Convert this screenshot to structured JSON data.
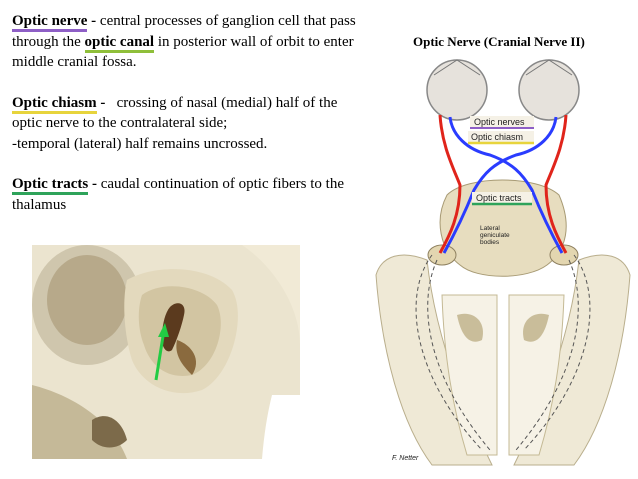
{
  "paragraphs": {
    "optic_nerve": {
      "term": "Optic nerve",
      "sep": " - ",
      "text_a": "central processes of ganglion cell that pass through the ",
      "canal": "optic canal",
      "text_b": " in posterior wall of orbit to enter middle cranial fossa."
    },
    "optic_chiasm": {
      "term": "Optic chiasm",
      "sep": " - ",
      "line1": "  crossing of nasal (medial) half of the optic nerve to the contralateral side;",
      "line2": "-temporal (lateral) half remains uncrossed."
    },
    "optic_tracts": {
      "term": "Optic tracts",
      "sep": " - ",
      "text": " caudal continuation of optic fibers to the thalamus"
    }
  },
  "diagram_title": "Optic Nerve (Cranial Nerve II)",
  "labels": {
    "optic_nerves": "Optic nerves",
    "optic_chiasm": "Optic chiasm",
    "optic_tracts": "Optic tracts",
    "lgb_1": "Lateral",
    "lgb_2": "geniculate",
    "lgb_3": "bodies",
    "signature": "F. Netter"
  },
  "colors": {
    "underline_nerve": "#8e5fc6",
    "underline_canal": "#8fbf3a",
    "underline_chiasm": "#e7d43c",
    "underline_tracts": "#2ea35a",
    "arrow": "#22cc44",
    "nasal_fibers": "#2a3cff",
    "temporal_fibers": "#e0241b",
    "bone": "#e6dcc2"
  },
  "icons": {
    "photo_arrow": "green-arrow-icon"
  }
}
